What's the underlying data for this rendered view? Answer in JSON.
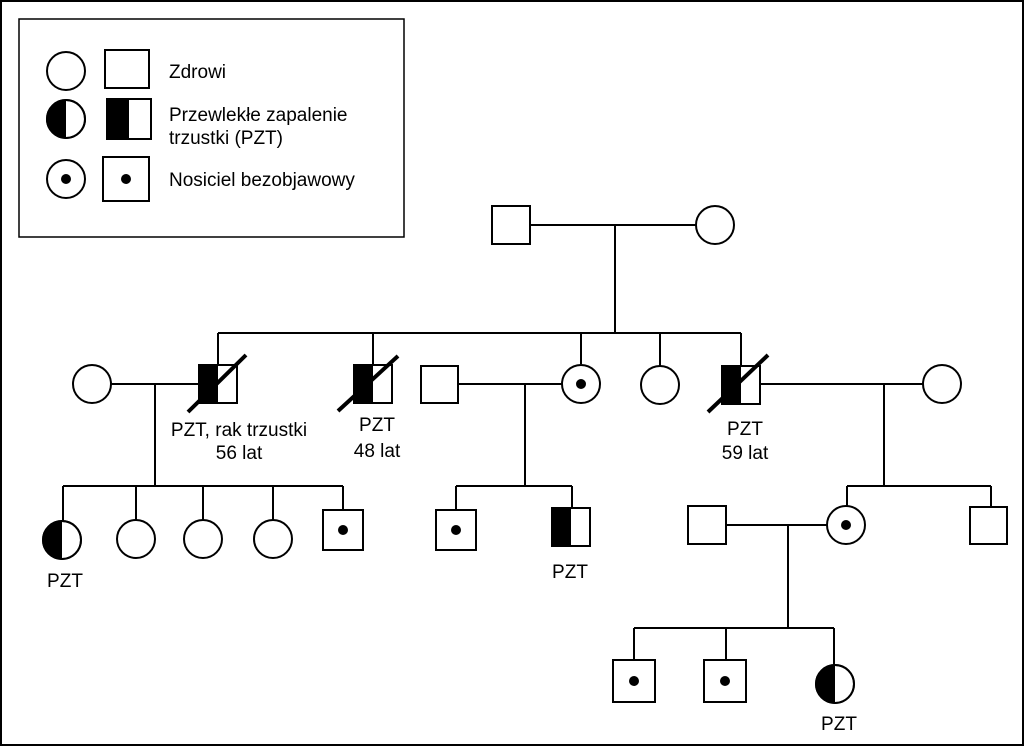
{
  "legend": {
    "healthy": "Zdrowi",
    "pzt_line1": "Przewlekłe zapalenie",
    "pzt_line2": "trzustki (PZT)",
    "carrier": "Nosiciel bezobjawowy"
  },
  "labels": {
    "gen2_left_line1": "PZT, rak trzustki",
    "gen2_left_line2": "56 lat",
    "gen2_mid_line1": "PZT",
    "gen2_mid_line2": "48 lat",
    "gen2_right_line1": "PZT",
    "gen2_right_line2": "59 lat",
    "gen3_left_child": "PZT",
    "gen3_mid_child": "PZT",
    "gen4_daughter": "PZT"
  },
  "colors": {
    "line": "#000000",
    "background": "#ffffff"
  }
}
